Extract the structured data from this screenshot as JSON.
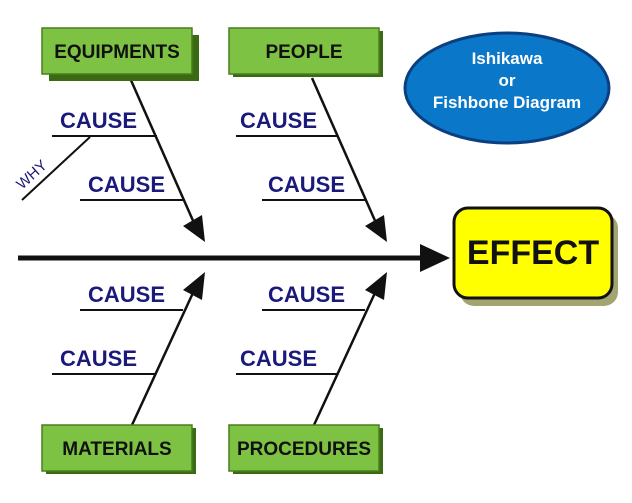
{
  "title": {
    "lines": [
      "Ishikawa",
      "or",
      "Fishbone Diagram"
    ]
  },
  "effect": {
    "label": "EFFECT"
  },
  "categories": [
    {
      "label": "EQUIPMENTS"
    },
    {
      "label": "PEOPLE"
    },
    {
      "label": "MATERIALS"
    },
    {
      "label": "PROCEDURES"
    }
  ],
  "causes": {
    "equipments": [
      "CAUSE",
      "CAUSE"
    ],
    "people": [
      "CAUSE",
      "CAUSE"
    ],
    "materials": [
      "CAUSE",
      "CAUSE"
    ],
    "procedures": [
      "CAUSE",
      "CAUSE"
    ]
  },
  "why_label": "WHY",
  "colors": {
    "category_fill": "#7dc242",
    "effect_fill": "#ffff00",
    "title_fill": "#0a77c8",
    "cause_text": "#1a1a7a",
    "line": "#111111"
  }
}
